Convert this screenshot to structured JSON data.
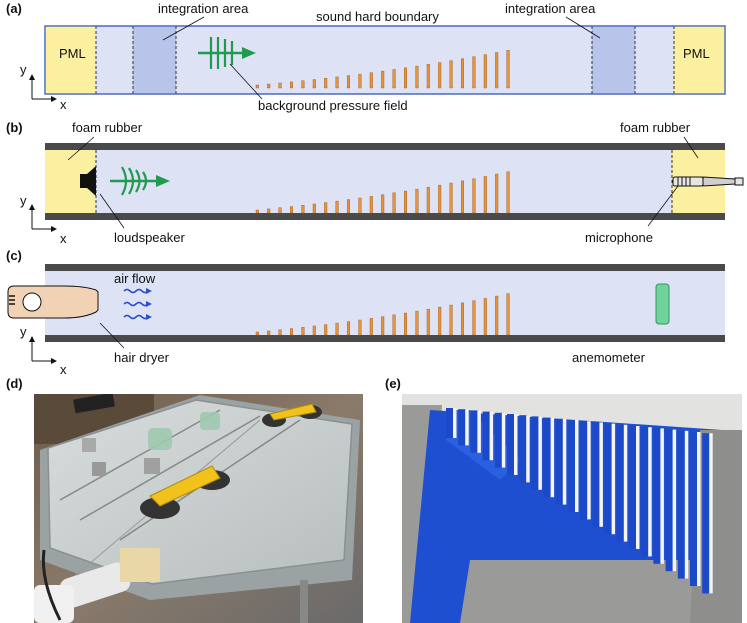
{
  "colors": {
    "domain": "#dde2f5",
    "domain_border": "#3a5bbd",
    "integration": "#b8c4ea",
    "pml": "#fbf0a0",
    "wall": "#4a4a4a",
    "resonator": "#e8923a",
    "arrow": "#1f9a4e",
    "airflow": "#2b4fc7",
    "anemometer": "#6fd39a"
  },
  "panels": {
    "a": {
      "tag": "(a)",
      "pml_left": "PML",
      "pml_right": "PML",
      "integration_left": "integration area",
      "integration_right": "integration area",
      "boundary": "sound hard boundary",
      "background_field": "background pressure field",
      "axis_y": "y",
      "axis_x": "x"
    },
    "b": {
      "tag": "(b)",
      "foam_left": "foam rubber",
      "foam_right": "foam rubber",
      "loudspeaker": "loudspeaker",
      "microphone": "microphone",
      "axis_y": "y",
      "axis_x": "x"
    },
    "c": {
      "tag": "(c)",
      "air_flow": "air flow",
      "hair_dryer": "hair dryer",
      "anemometer": "anemometer",
      "axis_y": "y",
      "axis_x": "x"
    },
    "d": {
      "tag": "(d)"
    },
    "e": {
      "tag": "(e)"
    }
  },
  "icons": [
    "pressure-wave-icon",
    "loudspeaker-icon",
    "microphone-icon",
    "hair-dryer-icon",
    "anemometer-icon",
    "air-flow-icon"
  ]
}
